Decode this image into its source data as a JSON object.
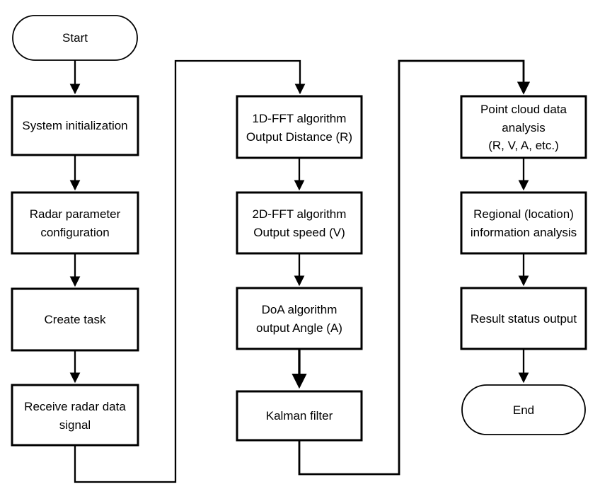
{
  "diagram": {
    "type": "flowchart",
    "background_color": "#ffffff",
    "line_color": "#000000",
    "text_color": "#000000",
    "nodes": {
      "start": {
        "shape": "terminator",
        "lines": [
          "Start"
        ]
      },
      "system_init": {
        "shape": "process",
        "lines": [
          "System initialization"
        ]
      },
      "radar_param": {
        "shape": "process",
        "lines": [
          "Radar parameter",
          "configuration"
        ]
      },
      "create_task": {
        "shape": "process",
        "lines": [
          "Create task"
        ]
      },
      "receive_signal": {
        "shape": "process",
        "lines": [
          "Receive radar data",
          "signal"
        ]
      },
      "fft_1d": {
        "shape": "process",
        "lines": [
          "1D-FFT algorithm",
          "Output Distance (R)"
        ]
      },
      "fft_2d": {
        "shape": "process",
        "lines": [
          "2D-FFT algorithm",
          "Output speed (V)"
        ]
      },
      "doa": {
        "shape": "process",
        "lines": [
          "DoA algorithm",
          "output Angle (A)"
        ]
      },
      "kalman": {
        "shape": "process",
        "lines": [
          "Kalman filter"
        ]
      },
      "point_cloud": {
        "shape": "process",
        "lines": [
          "Point cloud data",
          "analysis",
          "(R, V, A, etc.)"
        ]
      },
      "regional": {
        "shape": "process",
        "lines": [
          "Regional (location)",
          "information analysis"
        ]
      },
      "result_status": {
        "shape": "process",
        "lines": [
          "Result status output"
        ]
      },
      "end": {
        "shape": "terminator",
        "lines": [
          "End"
        ]
      }
    },
    "edges": [
      {
        "from": "start",
        "to": "system_init",
        "style": "arrow"
      },
      {
        "from": "system_init",
        "to": "radar_param",
        "style": "arrow"
      },
      {
        "from": "radar_param",
        "to": "create_task",
        "style": "arrow"
      },
      {
        "from": "create_task",
        "to": "receive_signal",
        "style": "arrow"
      },
      {
        "from": "receive_signal",
        "to": "fft_1d",
        "style": "routed down-right-up-right arrow"
      },
      {
        "from": "fft_1d",
        "to": "fft_2d",
        "style": "arrow"
      },
      {
        "from": "fft_2d",
        "to": "doa",
        "style": "arrow"
      },
      {
        "from": "doa",
        "to": "kalman",
        "style": "thick arrow"
      },
      {
        "from": "kalman",
        "to": "point_cloud",
        "style": "routed down-right-up-right arrow"
      },
      {
        "from": "point_cloud",
        "to": "regional",
        "style": "arrow"
      },
      {
        "from": "regional",
        "to": "result_status",
        "style": "arrow"
      },
      {
        "from": "result_status",
        "to": "end",
        "style": "arrow"
      }
    ]
  }
}
